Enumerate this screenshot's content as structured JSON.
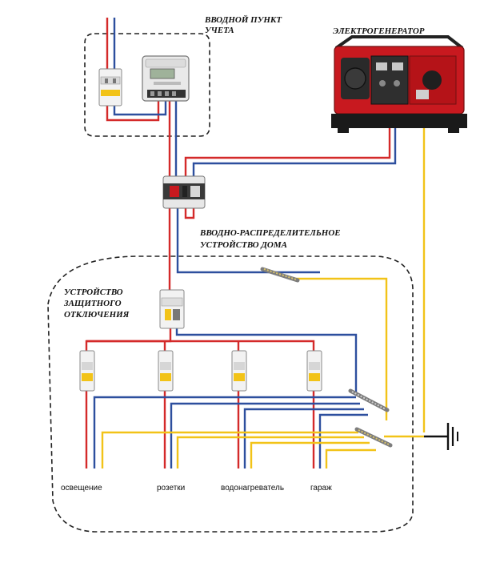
{
  "labels": {
    "metering_point": [
      "ВВОДНОЙ ПУНКТ",
      "УЧЕТА"
    ],
    "generator": "ЭЛЕКТРОГЕНЕРАТОР",
    "distribution_device": [
      "ВВОДНО-РАСПРЕДЕЛИТЕЛЬНОЕ",
      "УСТРОЙСТВО ДОМА"
    ],
    "rcd": [
      "УСТРОЙСТВО",
      "ЗАЩИТНОГО",
      "ОТКЛЮЧЕНИЯ"
    ]
  },
  "circuits": [
    "освещение",
    "розетки",
    "водонагреватель",
    "гараж"
  ],
  "colors": {
    "phase": "#d42a2a",
    "neutral": "#2d4f9e",
    "ground": "#f2c318",
    "generator_body": "#c8191f",
    "breaker_body": "#f2f2f2",
    "breaker_accent": "#f2c318"
  },
  "icons": [
    "generator-icon",
    "meter-icon",
    "breaker-icon",
    "changeover-switch-icon",
    "rcd-icon",
    "busbar-icon",
    "ground-symbol-icon"
  ]
}
